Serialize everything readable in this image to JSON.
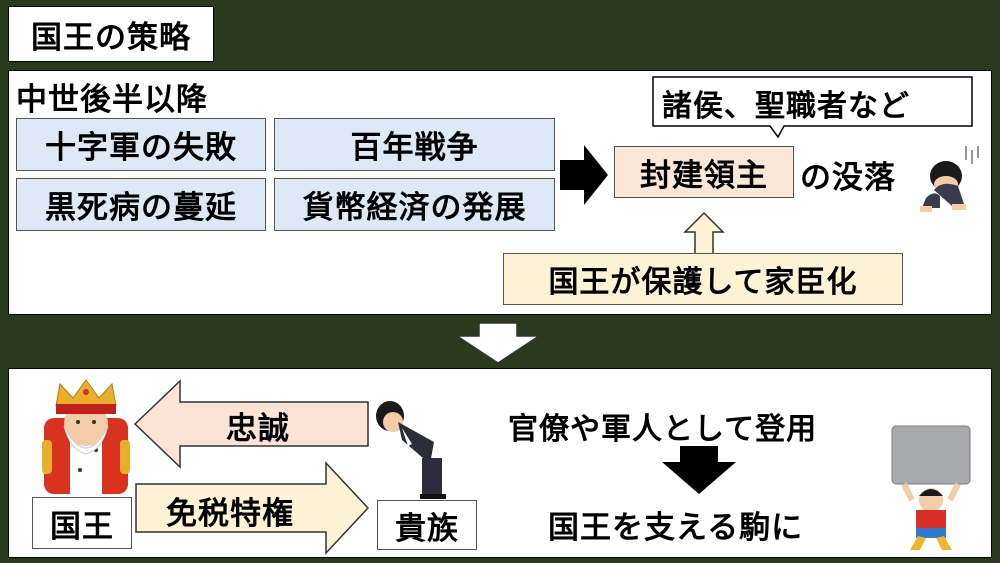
{
  "title": "国王の策略",
  "top_section": {
    "heading": "中世後半以降",
    "causes": [
      "十字軍の失敗",
      "百年戦争",
      "黒死病の蔓延",
      "貨幣経済の発展"
    ],
    "speech": "諸侯、聖職者など",
    "feudal_lord": "封建領主",
    "decline": "の没落",
    "protection": "国王が保護して家臣化"
  },
  "bottom_section": {
    "king": "国王",
    "loyalty": "忠誠",
    "tax_exemption": "免税特権",
    "nobles": "貴族",
    "appointment": "官僚や軍人として登用",
    "result": "国王を支える駒に"
  },
  "colors": {
    "background": "#2a3a1c",
    "cause_fill": "#dde9f6",
    "feudal_fill": "#fbe6d8",
    "protect_fill": "#fdf2d4",
    "loyalty_arrow": "#fbe3d6",
    "tax_arrow": "#fdf2d4"
  }
}
